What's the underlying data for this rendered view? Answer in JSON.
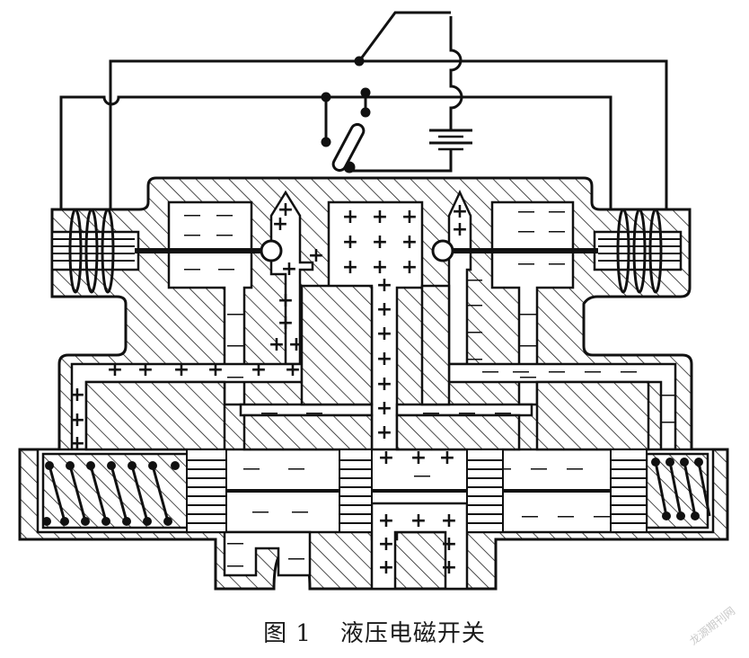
{
  "figure": {
    "caption_number": "图 1",
    "caption_title": "液压电磁开关",
    "plus_sign": "+",
    "minus_sign": "—",
    "watermark": "龙源期刊网"
  }
}
